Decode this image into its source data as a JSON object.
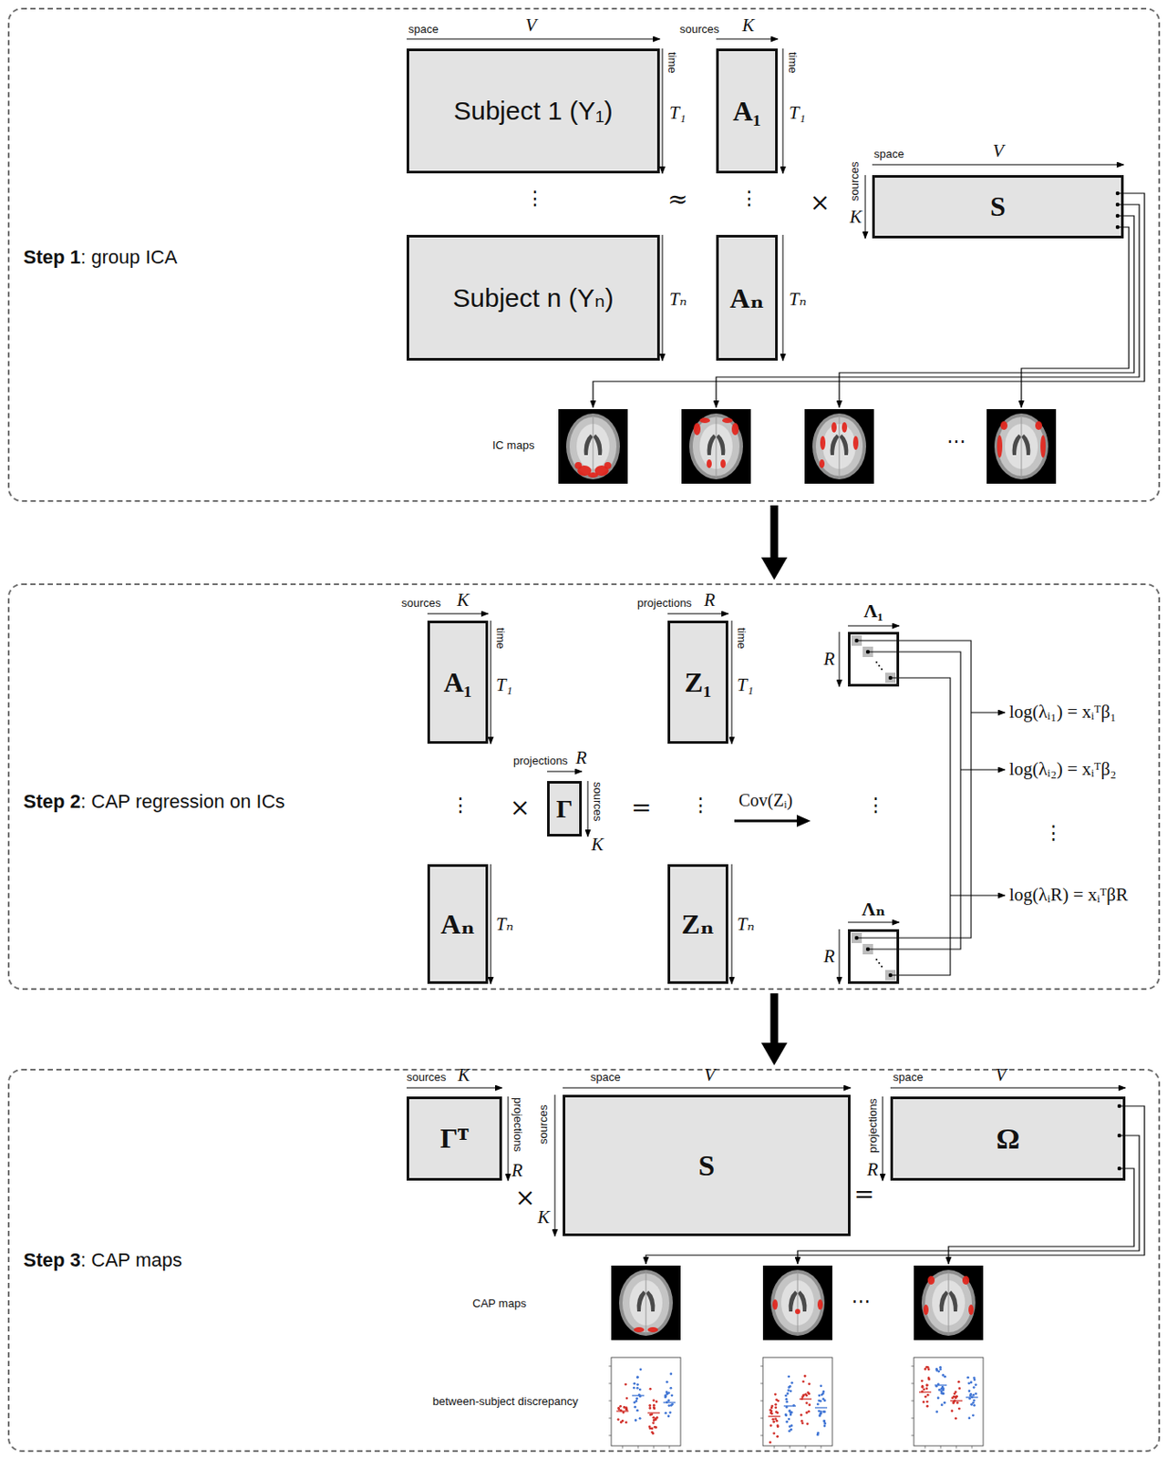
{
  "diagram": {
    "nodes": [
      {
        "text": [
          "Step 1",
          ": group ICA"
        ]
      },
      {
        "text": [
          "Subject 1 (Y₁)"
        ],
        "in": 0
      },
      {
        "text": [
          "A₁"
        ],
        "in": 0
      },
      {
        "text": [
          "S"
        ],
        "in": 0
      },
      {
        "text": [
          "Subject n (Yₙ)"
        ],
        "in": 0
      },
      {
        "text": [
          "Aₙ"
        ],
        "in": 0
      },
      {
        "text": [
          "Step 2",
          ": CAP regression on ICs"
        ]
      },
      {
        "text": [
          "A₁"
        ],
        "in": 6
      },
      {
        "text": [
          "Z₁"
        ],
        "in": 6
      },
      {
        "text": [
          "Λ₁"
        ],
        "in": 6
      },
      {
        "text": [
          "Γ"
        ],
        "in": 6
      },
      {
        "text": [
          "Aₙ"
        ],
        "in": 6
      },
      {
        "text": [
          "Zₙ"
        ],
        "in": 6
      },
      {
        "text": [
          "Λₙ"
        ],
        "in": 6
      },
      {
        "text": [
          "Step 3",
          ": CAP maps"
        ]
      },
      {
        "text": [
          "Γᵀ"
        ],
        "in": 14
      },
      {
        "text": [
          "S"
        ],
        "in": 14
      },
      {
        "text": [
          "Ω"
        ],
        "in": 14
      }
    ],
    "edges": [
      {
        "from": 0,
        "to": 6,
        "arrow": "to"
      },
      {
        "from": 6,
        "to": 14,
        "arrow": "to"
      }
    ],
    "labels": [
      "space",
      "V",
      "time",
      "T₁",
      "sources",
      "K",
      "time",
      "T₁",
      "⋮",
      "≈",
      "⋮",
      "×",
      "space",
      "V",
      "sources",
      "K",
      "Tₙ",
      "Tₙ",
      "IC maps",
      "⋯",
      "sources",
      "K",
      "time",
      "T₁",
      "projections",
      "R",
      "projections",
      "R",
      "time",
      "T₁",
      "R",
      "⋮",
      "×",
      "sources",
      "K",
      "=",
      "⋮",
      "Cov(Zᵢ)",
      "⋮",
      "log(λᵢ₁) = xᵢᵀβ₁",
      "log(λᵢ₂) = xᵢᵀβ₂",
      "⋮",
      "Tₙ",
      "Tₙ",
      "R",
      "log(λᵢR) = xᵢᵀβR",
      "sources",
      "K",
      "space",
      "V",
      "space",
      "V",
      "projections",
      "R",
      "sources",
      "×",
      "K",
      "=",
      "projections",
      "R",
      "CAP maps",
      "⋯",
      "between-subject discrepancy"
    ]
  }
}
